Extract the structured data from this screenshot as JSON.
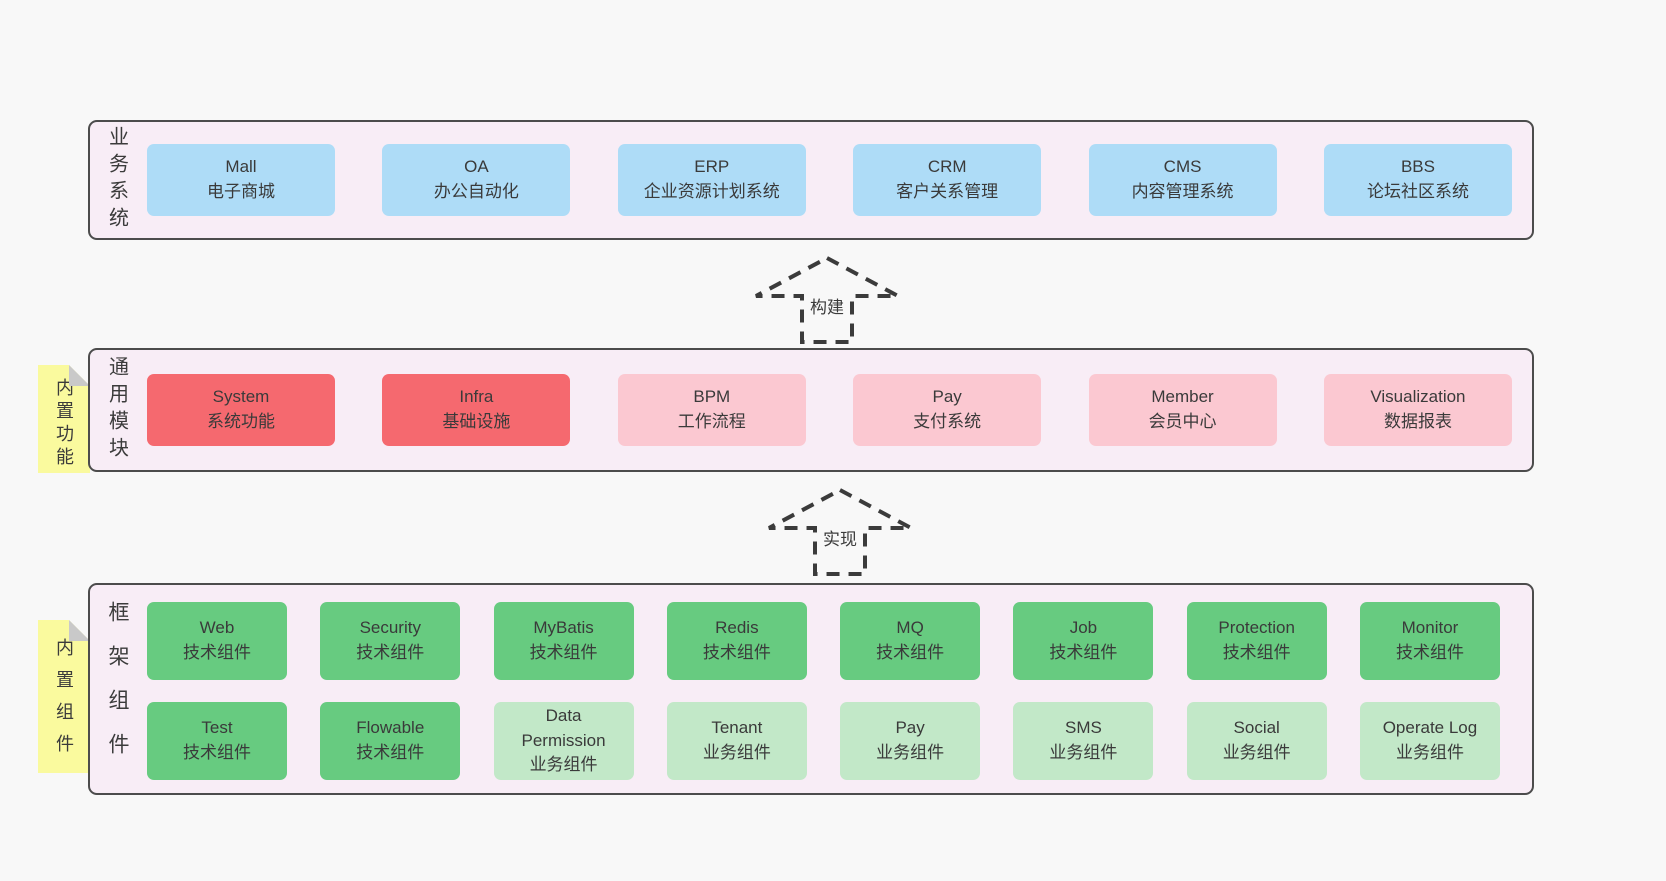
{
  "colors": {
    "background": "#f8f8f8",
    "container_fill": "#f8edf6",
    "container_border": "#4c4c4c",
    "blue_box": "#aedcf7",
    "red_box": "#f5696f",
    "pink_box": "#fbc8d1",
    "green_box": "#67cb80",
    "light_green_box": "#c2e8c8",
    "sticky_yellow": "#fafa9e",
    "sticky_fold": "#c9c9c9",
    "text": "#3b3b3b"
  },
  "layers": [
    {
      "label": "业务系统",
      "boxes": [
        {
          "name": "Mall",
          "desc": "电子商城",
          "variant": "blue"
        },
        {
          "name": "OA",
          "desc": "办公自动化",
          "variant": "blue"
        },
        {
          "name": "ERP",
          "desc": "企业资源计划系统",
          "variant": "blue"
        },
        {
          "name": "CRM",
          "desc": "客户关系管理",
          "variant": "blue"
        },
        {
          "name": "CMS",
          "desc": "内容管理系统",
          "variant": "blue"
        },
        {
          "name": "BBS",
          "desc": "论坛社区系统",
          "variant": "blue"
        }
      ]
    },
    {
      "label": "通用模块",
      "sticky": "内置功能",
      "boxes": [
        {
          "name": "System",
          "desc": "系统功能",
          "variant": "red"
        },
        {
          "name": "Infra",
          "desc": "基础设施",
          "variant": "red"
        },
        {
          "name": "BPM",
          "desc": "工作流程",
          "variant": "pink"
        },
        {
          "name": "Pay",
          "desc": "支付系统",
          "variant": "pink"
        },
        {
          "name": "Member",
          "desc": "会员中心",
          "variant": "pink"
        },
        {
          "name": "Visualization",
          "desc": "数据报表",
          "variant": "pink"
        }
      ]
    },
    {
      "label": "框架组件",
      "sticky": "内置组件",
      "rows": [
        [
          {
            "name": "Web",
            "desc": "技术组件",
            "variant": "green"
          },
          {
            "name": "Security",
            "desc": "技术组件",
            "variant": "green"
          },
          {
            "name": "MyBatis",
            "desc": "技术组件",
            "variant": "green"
          },
          {
            "name": "Redis",
            "desc": "技术组件",
            "variant": "green"
          },
          {
            "name": "MQ",
            "desc": "技术组件",
            "variant": "green"
          },
          {
            "name": "Job",
            "desc": "技术组件",
            "variant": "green"
          },
          {
            "name": "Protection",
            "desc": "技术组件",
            "variant": "green"
          },
          {
            "name": "Monitor",
            "desc": "技术组件",
            "variant": "green"
          }
        ],
        [
          {
            "name": "Test",
            "desc": "技术组件",
            "variant": "green"
          },
          {
            "name": "Flowable",
            "desc": "技术组件",
            "variant": "green"
          },
          {
            "name": "Data Permission",
            "desc": "业务组件",
            "variant": "lightgreen"
          },
          {
            "name": "Tenant",
            "desc": "业务组件",
            "variant": "lightgreen"
          },
          {
            "name": "Pay",
            "desc": "业务组件",
            "variant": "lightgreen"
          },
          {
            "name": "SMS",
            "desc": "业务组件",
            "variant": "lightgreen"
          },
          {
            "name": "Social",
            "desc": "业务组件",
            "variant": "lightgreen"
          },
          {
            "name": "Operate Log",
            "desc": "业务组件",
            "variant": "lightgreen"
          }
        ]
      ]
    }
  ],
  "arrows": [
    {
      "label": "构建"
    },
    {
      "label": "实现"
    }
  ]
}
